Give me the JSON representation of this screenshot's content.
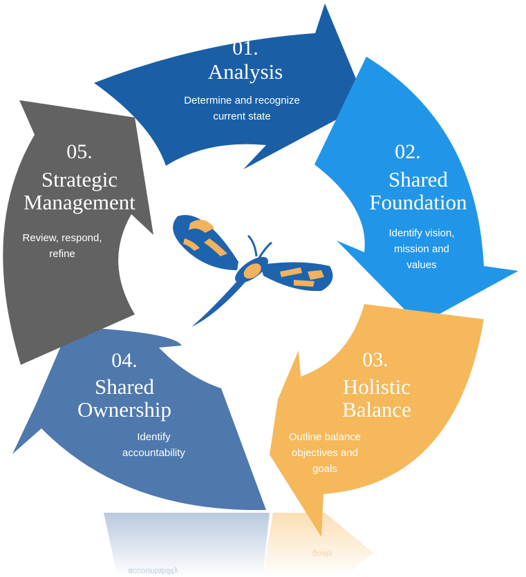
{
  "colors": {
    "analysis": "#1a5fa6",
    "foundation": "#2196e8",
    "holistic": "#f5b85a",
    "ownership": "#4f78ad",
    "strategic": "#626262",
    "butterfly_body": "#1e63ad",
    "butterfly_spots": "#f3b25b"
  },
  "center_icon": "butterfly-icon",
  "steps": [
    {
      "num": "01.",
      "title": [
        "Analysis"
      ],
      "desc": [
        "Determine and recognize",
        "current state"
      ]
    },
    {
      "num": "02.",
      "title": [
        "Shared",
        "Foundation"
      ],
      "desc": [
        "Identify vision,",
        "mission and",
        "values"
      ]
    },
    {
      "num": "03.",
      "title": [
        "Holistic",
        "Balance"
      ],
      "desc": [
        "Outline balance",
        "objectives and",
        "goals"
      ]
    },
    {
      "num": "04.",
      "title": [
        "Shared",
        "Ownership"
      ],
      "desc": [
        "Identify",
        "accountability"
      ]
    },
    {
      "num": "05.",
      "title": [
        "Strategic",
        "Management"
      ],
      "desc": [
        "Review, respond,",
        "refine"
      ]
    }
  ],
  "reflection": {
    "goals": "goals",
    "accountability": "accountability"
  }
}
